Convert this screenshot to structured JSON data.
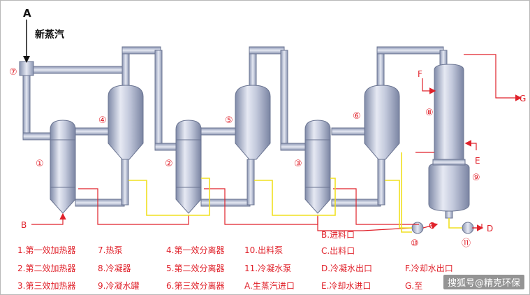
{
  "inlet": {
    "letter": "A",
    "label": "新蒸汽"
  },
  "equipment_numbers": {
    "n1": "①",
    "n2": "②",
    "n3": "③",
    "n4": "④",
    "n5": "⑤",
    "n6": "⑥",
    "n7": "⑦",
    "n8": "⑧",
    "n9": "⑨",
    "n10": "⑩",
    "n11": "⑪"
  },
  "stream_letters": {
    "B": "B",
    "C": "C",
    "D": "D",
    "E": "E",
    "F": "F",
    "G": "G"
  },
  "legend": [
    [
      "1.第一效加热器",
      "7.热泵",
      "4.第一效分离器",
      "10.出料泵",
      "B.进料口"
    ],
    [
      "2.第二效加热器",
      "8.冷凝器",
      "5.第二效分离器",
      "11.冷凝水泵",
      "C.出料口"
    ],
    [
      "3.第三效加热器",
      "9.冷凝水罐",
      "6.第三效分离器",
      "A.生蒸汽进口",
      "D.冷凝水出口",
      "F.冷却水出口"
    ],
    [
      "",
      "",
      "",
      "",
      "E.冷却水进口",
      "G.至"
    ]
  ],
  "watermark": "搜狐号@精克环保",
  "colors": {
    "vessel": "#9aa6c2",
    "feed_line": "#e0212a",
    "condensate_line": "#f0e020",
    "text": "#e0212a"
  }
}
